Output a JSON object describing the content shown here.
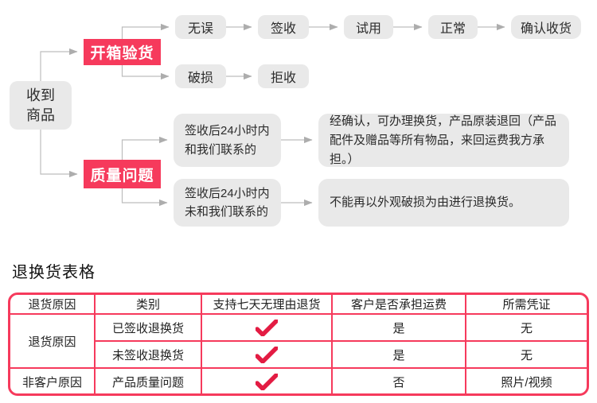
{
  "flowchart": {
    "start": {
      "label": "收到\n商品"
    },
    "branch_inspection": {
      "label": "开箱验货"
    },
    "branch_quality": {
      "label": "质量问题"
    },
    "nodes": {
      "no_error": "无误",
      "sign": "签收",
      "trial": "试用",
      "normal": "正常",
      "confirm": "确认收货",
      "damaged": "破损",
      "reject": "拒收"
    },
    "conditions": {
      "contacted_within_24h": "签收后24小时内\n和我们联系的",
      "not_contacted_within_24h": "签收后24小时内\n未和我们联系的"
    },
    "results": {
      "exchange_ok": "经确认，可办理换货，产品原装退回（产品配件及赠品等所有物品，来回运费我方承担。）",
      "no_return": "不能再以外观破损为由进行退换货。"
    }
  },
  "table": {
    "title": "退换货表格",
    "headers": [
      "退货原因",
      "类别",
      "支持七天无理由退货",
      "客户是否承担运费",
      "所需凭证"
    ],
    "rows": [
      {
        "reason": "退货原因",
        "category": "已签收退换货",
        "seven_day": "✔",
        "customer_pays": "是",
        "voucher": "无"
      },
      {
        "category": "未签收退换货",
        "seven_day": "✔",
        "customer_pays": "是",
        "voucher": "无"
      },
      {
        "reason": "非客户原因",
        "category": "产品质量问题",
        "seven_day": "✔",
        "customer_pays": "否",
        "voucher": "照片/视频"
      }
    ]
  },
  "colors": {
    "accent_red": "#f63a5c",
    "check_red": "#e31c43",
    "box_gray": "#e9e9e9",
    "line_gray": "#b5b5b5"
  }
}
